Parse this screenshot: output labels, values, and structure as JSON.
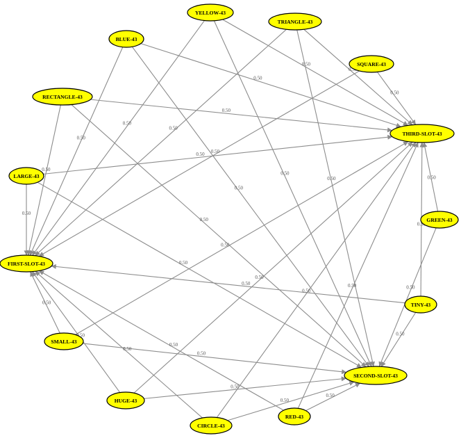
{
  "colors": {
    "node_fill": "#ffff00",
    "node_stroke": "#000000",
    "edge": "#8c8c8c",
    "label": "#555555"
  },
  "nodes": [
    {
      "id": "yellow",
      "label": "YELLOW-43"
    },
    {
      "id": "triangle",
      "label": "TRIANGLE-43"
    },
    {
      "id": "blue",
      "label": "BLUE-43"
    },
    {
      "id": "square",
      "label": "SQUARE-43"
    },
    {
      "id": "rectangle",
      "label": "RECTANGLE-43"
    },
    {
      "id": "third",
      "label": "THIRD-SLOT-43"
    },
    {
      "id": "large",
      "label": "LARGE-43"
    },
    {
      "id": "green",
      "label": "GREEN-43"
    },
    {
      "id": "first",
      "label": "FIRST-SLOT-43"
    },
    {
      "id": "tiny",
      "label": "TINY-43"
    },
    {
      "id": "small",
      "label": "SMALL-43"
    },
    {
      "id": "second",
      "label": "SECOND-SLOT-43"
    },
    {
      "id": "huge",
      "label": "HUGE-43"
    },
    {
      "id": "circle",
      "label": "CIRCLE-43"
    },
    {
      "id": "red",
      "label": "RED-43"
    }
  ],
  "edges": [
    {
      "from": "yellow",
      "to": "third",
      "label": "0.50"
    },
    {
      "from": "yellow",
      "to": "second",
      "label": "0.50"
    },
    {
      "from": "yellow",
      "to": "first",
      "label": "0.50"
    },
    {
      "from": "triangle",
      "to": "third",
      "label": "0.50"
    },
    {
      "from": "triangle",
      "to": "second",
      "label": "0.50"
    },
    {
      "from": "triangle",
      "to": "first",
      "label": "0.50"
    },
    {
      "from": "blue",
      "to": "third",
      "label": "0.50"
    },
    {
      "from": "blue",
      "to": "second",
      "label": "0.50"
    },
    {
      "from": "blue",
      "to": "first",
      "label": "0.50"
    },
    {
      "from": "square",
      "to": "third",
      "label": "0.50"
    },
    {
      "from": "square",
      "to": "first",
      "label": "0.50"
    },
    {
      "from": "rectangle",
      "to": "third",
      "label": "0.50"
    },
    {
      "from": "rectangle",
      "to": "second",
      "label": "0.50"
    },
    {
      "from": "rectangle",
      "to": "first",
      "label": "0.50"
    },
    {
      "from": "large",
      "to": "third",
      "label": "0.50"
    },
    {
      "from": "large",
      "to": "second",
      "label": "0.50"
    },
    {
      "from": "large",
      "to": "first",
      "label": "0.50"
    },
    {
      "from": "green",
      "to": "third",
      "label": "0.50"
    },
    {
      "from": "green",
      "to": "second",
      "label": "0.50"
    },
    {
      "from": "tiny",
      "to": "third",
      "label": "0.50"
    },
    {
      "from": "tiny",
      "to": "second",
      "label": "0.50"
    },
    {
      "from": "tiny",
      "to": "first",
      "label": "0.50"
    },
    {
      "from": "small",
      "to": "third",
      "label": "0.50"
    },
    {
      "from": "small",
      "to": "second",
      "label": "0.50"
    },
    {
      "from": "small",
      "to": "first",
      "label": "0.50"
    },
    {
      "from": "huge",
      "to": "third",
      "label": "0.50"
    },
    {
      "from": "huge",
      "to": "second",
      "label": "0.50"
    },
    {
      "from": "huge",
      "to": "first",
      "label": "0.50"
    },
    {
      "from": "circle",
      "to": "third",
      "label": "0.50"
    },
    {
      "from": "circle",
      "to": "second",
      "label": "0.50"
    },
    {
      "from": "circle",
      "to": "first",
      "label": "0.50"
    },
    {
      "from": "red",
      "to": "third",
      "label": "0.50"
    },
    {
      "from": "red",
      "to": "second",
      "label": "0.50"
    },
    {
      "from": "red",
      "to": "first",
      "label": "0.50"
    }
  ]
}
